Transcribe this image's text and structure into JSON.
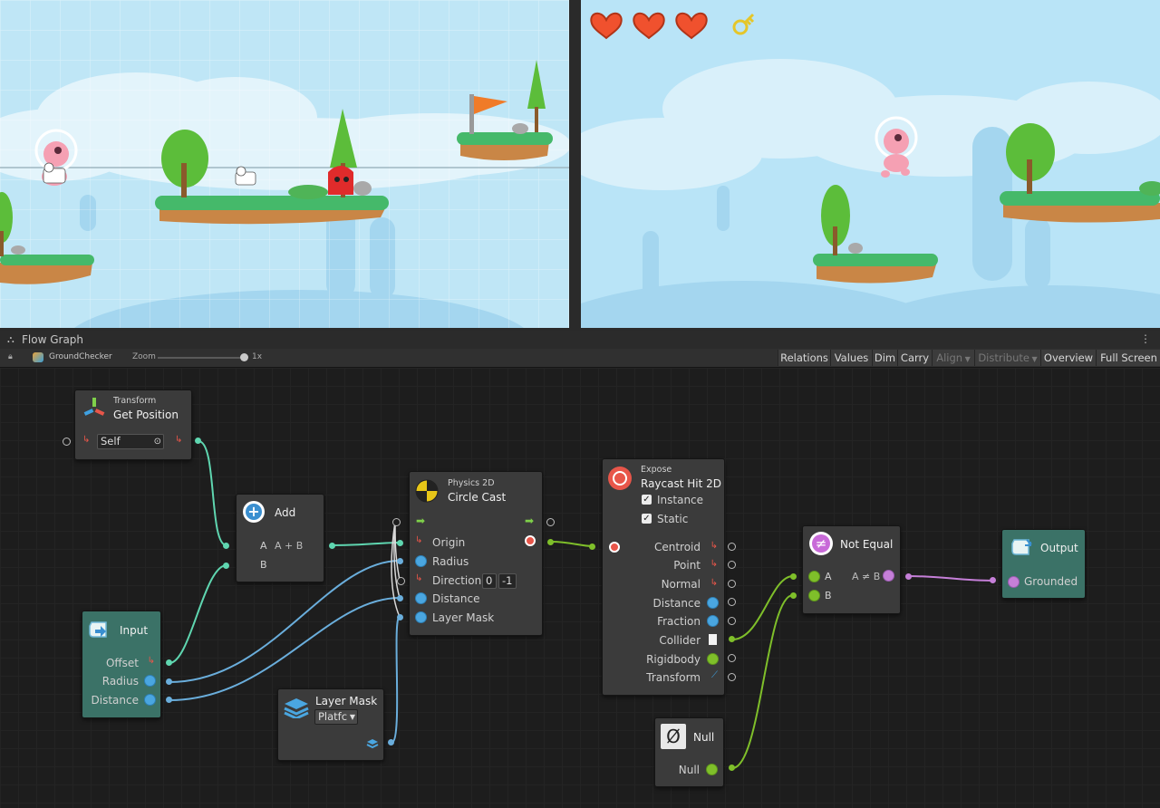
{
  "game_hud": {
    "hearts": 3,
    "icon": "key-icon"
  },
  "panel": {
    "title": "Flow Graph"
  },
  "toolbar": {
    "graph_name": "GroundChecker",
    "zoom_label": "Zoom",
    "zoom_value_label": "1x",
    "zoom_level": 1,
    "buttons": [
      "Relations",
      "Values",
      "Dim",
      "Carry",
      "Align",
      "Distribute",
      "Overview",
      "Full Screen"
    ]
  },
  "nodes": {
    "get_position": {
      "category": "Transform",
      "title": "Get Position",
      "target": "Self"
    },
    "add": {
      "title": "Add",
      "a": "A",
      "b": "B",
      "output": "A + B"
    },
    "circle_cast": {
      "category": "Physics 2D",
      "title": "Circle Cast",
      "ports": [
        "Origin",
        "Radius",
        "Direction",
        "Distance",
        "Layer Mask"
      ],
      "direction_x": "0",
      "direction_y": "-1"
    },
    "raycast_hit": {
      "category": "Expose",
      "title": "Raycast Hit 2D",
      "instance_label": "Instance",
      "static_label": "Static",
      "outputs": [
        "Centroid",
        "Point",
        "Normal",
        "Distance",
        "Fraction",
        "Collider",
        "Rigidbody",
        "Transform"
      ]
    },
    "not_equal": {
      "title": "Not Equal",
      "a": "A",
      "b": "B",
      "output": "A ≠ B"
    },
    "output": {
      "title": "Output",
      "port": "Grounded"
    },
    "input": {
      "title": "Input",
      "ports": [
        "Offset",
        "Radius",
        "Distance"
      ]
    },
    "layer_mask": {
      "title": "Layer Mask",
      "value": "Platfc"
    },
    "null": {
      "title": "Null",
      "port": "Null"
    }
  },
  "colors": {
    "green_node": "#3b7267",
    "flow_line": "#e6e6e6",
    "vector": "#5fd6b0",
    "float": "#4aa6e0",
    "object": "#7fbf2a",
    "bool": "#c57fd8"
  }
}
